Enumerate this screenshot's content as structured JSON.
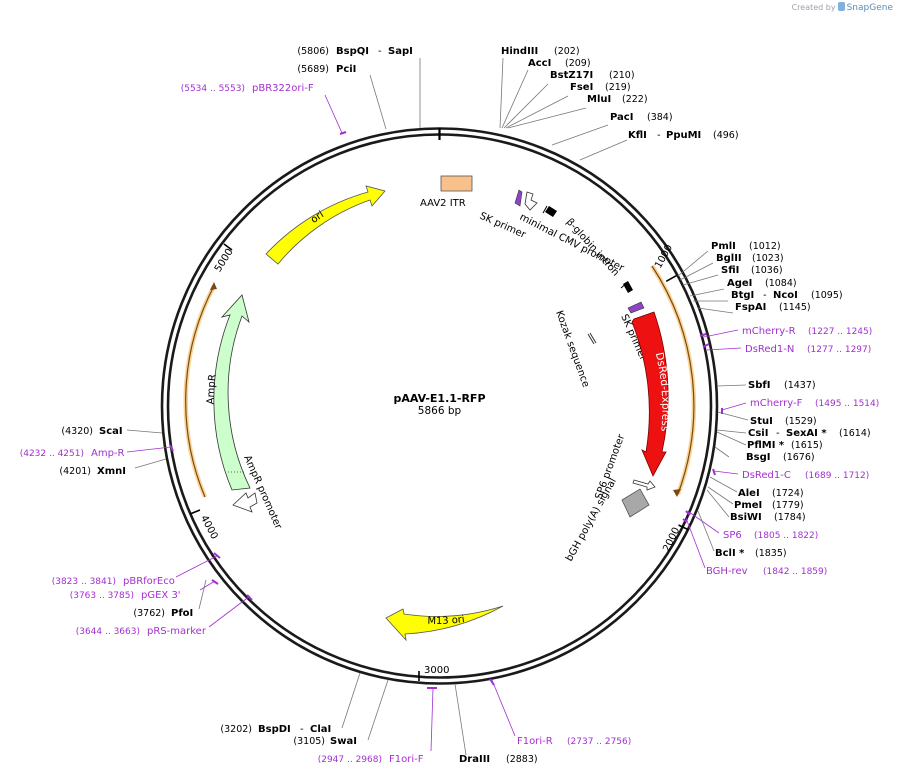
{
  "credit": {
    "prefix": "Created by",
    "brand": "SnapGene"
  },
  "plasmid": {
    "name": "pAAV-E1.1-RFP",
    "size": "5866 bp",
    "length": 5866
  },
  "ticks": [
    {
      "label": "1000",
      "bp": 1000
    },
    {
      "label": "2000",
      "bp": 2000
    },
    {
      "label": "3000",
      "bp": 3000
    },
    {
      "label": "4000",
      "bp": 4000
    },
    {
      "label": "5000",
      "bp": 5000
    }
  ],
  "enzymes": [
    {
      "name": "BspQI",
      "name2": "SapI",
      "pos": "(5806)"
    },
    {
      "name": "PciI",
      "pos": "(5689)"
    },
    {
      "name": "HindIII",
      "pos": "(202)"
    },
    {
      "name": "AccI",
      "pos": "(209)"
    },
    {
      "name": "BstZ17I",
      "pos": "(210)"
    },
    {
      "name": "FseI",
      "pos": "(219)"
    },
    {
      "name": "MluI",
      "pos": "(222)"
    },
    {
      "name": "PacI",
      "pos": "(384)"
    },
    {
      "name": "KflI",
      "name2": "PpuMI",
      "pos": "(496)"
    },
    {
      "name": "PmlI",
      "pos": "(1012)"
    },
    {
      "name": "BglII",
      "pos": "(1023)"
    },
    {
      "name": "SfiI",
      "pos": "(1036)"
    },
    {
      "name": "AgeI",
      "pos": "(1084)"
    },
    {
      "name": "BtgI",
      "name2": "NcoI",
      "pos": "(1095)"
    },
    {
      "name": "FspAI",
      "pos": "(1145)"
    },
    {
      "name": "SbfI",
      "pos": "(1437)"
    },
    {
      "name": "StuI",
      "pos": "(1529)"
    },
    {
      "name": "CsiI",
      "name2": "SexAI *",
      "pos": "(1614)"
    },
    {
      "name": "PflMI *",
      "pos": "(1615)"
    },
    {
      "name": "BsgI",
      "pos": "(1676)"
    },
    {
      "name": "AleI",
      "pos": "(1724)"
    },
    {
      "name": "PmeI",
      "pos": "(1779)"
    },
    {
      "name": "BsiWI",
      "pos": "(1784)"
    },
    {
      "name": "BclI *",
      "pos": "(1835)"
    },
    {
      "name": "DraIII",
      "pos": "(2883)"
    },
    {
      "name": "BspDI",
      "name2": "ClaI",
      "pos": "(3202)"
    },
    {
      "name": "SwaI",
      "pos": "(3105)"
    },
    {
      "name": "PfoI",
      "pos": "(3762)"
    },
    {
      "name": "XmnI",
      "pos": "(4201)"
    },
    {
      "name": "ScaI",
      "pos": "(4320)"
    }
  ],
  "primers": [
    {
      "name": "pBR322ori-F",
      "range": "(5534 .. 5553)"
    },
    {
      "name": "mCherry-R",
      "range": "(1227 .. 1245)"
    },
    {
      "name": "DsRed1-N",
      "range": "(1277 .. 1297)"
    },
    {
      "name": "mCherry-F",
      "range": "(1495 .. 1514)"
    },
    {
      "name": "DsRed1-C",
      "range": "(1689 .. 1712)"
    },
    {
      "name": "SP6",
      "range": "(1805 .. 1822)"
    },
    {
      "name": "BGH-rev",
      "range": "(1842 .. 1859)"
    },
    {
      "name": "F1ori-R",
      "range": "(2737 .. 2756)"
    },
    {
      "name": "F1ori-F",
      "range": "(2947 .. 2968)"
    },
    {
      "name": "pRS-marker",
      "range": "(3644 .. 3663)"
    },
    {
      "name": "pGEX 3'",
      "range": "(3763 .. 3785)"
    },
    {
      "name": "pBRforEco",
      "range": "(3823 .. 3841)"
    },
    {
      "name": "Amp-R",
      "range": "(4232 .. 4251)"
    }
  ],
  "features": [
    {
      "name": "AAV2 ITR",
      "color": "#f8c08a"
    },
    {
      "name": "SK primer",
      "color": "#8e44c8"
    },
    {
      "name": "minimal CMV promoter",
      "color": "#ffffff"
    },
    {
      "name": "β-globin intron",
      "color": "#000000"
    },
    {
      "name": "Kozak sequence",
      "color": "#ffffff"
    },
    {
      "name": "SK primer",
      "color": "#8e44c8"
    },
    {
      "name": "DsRed-Express",
      "color": "#ff0000"
    },
    {
      "name": "SP6 promoter",
      "color": "#ffffff"
    },
    {
      "name": "bGH poly(A) signal",
      "color": "#a8a8a8"
    },
    {
      "name": "M13 ori",
      "color": "#ffff00"
    },
    {
      "name": "AmpR promoter",
      "color": "#ffffff"
    },
    {
      "name": "AmpR",
      "color": "#ccffcc"
    },
    {
      "name": "ori",
      "color": "#ffff00"
    }
  ],
  "colors": {
    "primer": "#a32fd1",
    "orf_outline": "#f5b041",
    "backbone": "#1a1a1a"
  }
}
